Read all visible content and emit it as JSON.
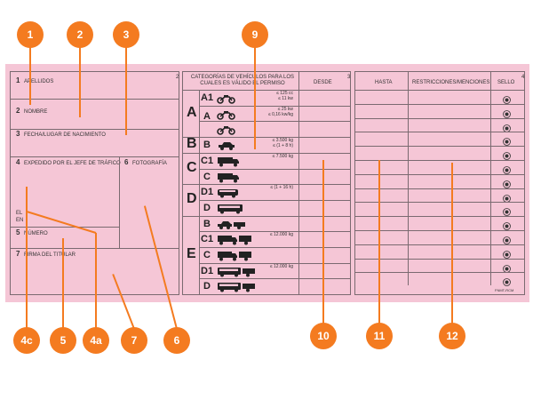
{
  "fields": {
    "f1": {
      "num": "1",
      "label": "APELLIDOS"
    },
    "f2": {
      "num": "2",
      "label": "NOMBRE"
    },
    "f3": {
      "num": "3",
      "label": "FECHA/LUGAR DE NACIMIENTO"
    },
    "f4": {
      "num": "4",
      "label": "EXPEDIDO POR EL JEFE DE TRÁFICO",
      "el": "EL",
      "en": "EN"
    },
    "f5": {
      "num": "5",
      "label": "NÚMERO"
    },
    "f6": {
      "num": "6",
      "label": "FOTOGRAFÍA"
    },
    "f7": {
      "num": "7",
      "label": "FIRMA DEL TITULAR"
    },
    "corner2": "2"
  },
  "middle": {
    "header_categories": "CATEGORÍAS DE VEHÍCULOS PARA LOS CUALES ES VÁLIDO EL PERMISO",
    "header_desde": "DESDE",
    "corner3": "3",
    "groups": [
      "A",
      "B",
      "C",
      "D",
      "E"
    ],
    "rows": [
      {
        "sub": "A1",
        "limit1": "≤ 125 cc",
        "limit2": "≤ 11 kw"
      },
      {
        "sub": "A",
        "limit1": "≤ 25 kw",
        "limit2": "≤ 0,16 kw/kg"
      },
      {
        "sub": "",
        "limit1": "",
        "limit2": ""
      },
      {
        "sub": "B",
        "limit1": "≤ 3.500 kg",
        "limit2": "≤ (1 + 8 h)"
      },
      {
        "sub": "C1",
        "limit1": "≤ 7.500 kg",
        "limit2": ""
      },
      {
        "sub": "C",
        "limit1": "",
        "limit2": ""
      },
      {
        "sub": "D1",
        "limit1": "≤ (1 + 16 h)",
        "limit2": ""
      },
      {
        "sub": "D",
        "limit1": "",
        "limit2": ""
      },
      {
        "sub": "B",
        "limit1": "",
        "limit2": ""
      },
      {
        "sub": "C1",
        "limit1": "≤ 12.000 kg",
        "limit2": ""
      },
      {
        "sub": "C",
        "limit1": "",
        "limit2": ""
      },
      {
        "sub": "D1",
        "limit1": "≤ 12.000 kg",
        "limit2": ""
      },
      {
        "sub": "D",
        "limit1": "",
        "limit2": ""
      }
    ]
  },
  "right": {
    "header_hasta": "HASTA",
    "header_restr": "RESTRICCIONES/MENCIONES",
    "header_sello": "SELLO",
    "corner4": "4",
    "footer": "FNMT-RCM"
  },
  "markers": {
    "m1": "1",
    "m2": "2",
    "m3": "3",
    "m9": "9",
    "m4c": "4c",
    "m5": "5",
    "m4a": "4a",
    "m7": "7",
    "m6": "6",
    "m10": "10",
    "m11": "11",
    "m12": "12"
  },
  "colors": {
    "card": "#f5c6d6",
    "marker": "#f47b20",
    "ink": "#7a6a70"
  }
}
